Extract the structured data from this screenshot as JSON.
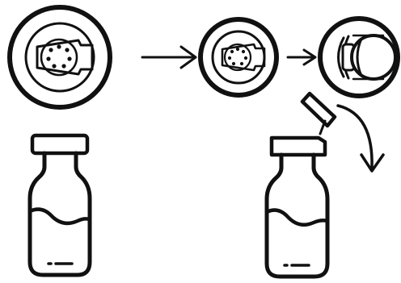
{
  "diagram": {
    "title": "",
    "ink_color": "#111111",
    "background_color": "#ffffff",
    "steps": [
      {
        "name": "vial-with-cap",
        "icon": "vial-icon"
      },
      {
        "name": "flip-off-cap-removed",
        "icon": "vial-cap-removed-icon"
      }
    ],
    "cap_views": [
      {
        "name": "cap-top-view",
        "icon": "vial-cap-top-icon"
      },
      {
        "name": "stopper-top-view",
        "icon": "stopper-top-icon"
      },
      {
        "name": "cap-lifted-view",
        "icon": "flip-cap-icon"
      }
    ],
    "arrows": [
      {
        "name": "arrow-to-stopper",
        "icon": "arrow-right-icon"
      },
      {
        "name": "arrow-to-lifted-cap",
        "icon": "arrow-right-icon"
      },
      {
        "name": "arrow-flip-off",
        "icon": "curved-arrow-icon"
      }
    ]
  }
}
